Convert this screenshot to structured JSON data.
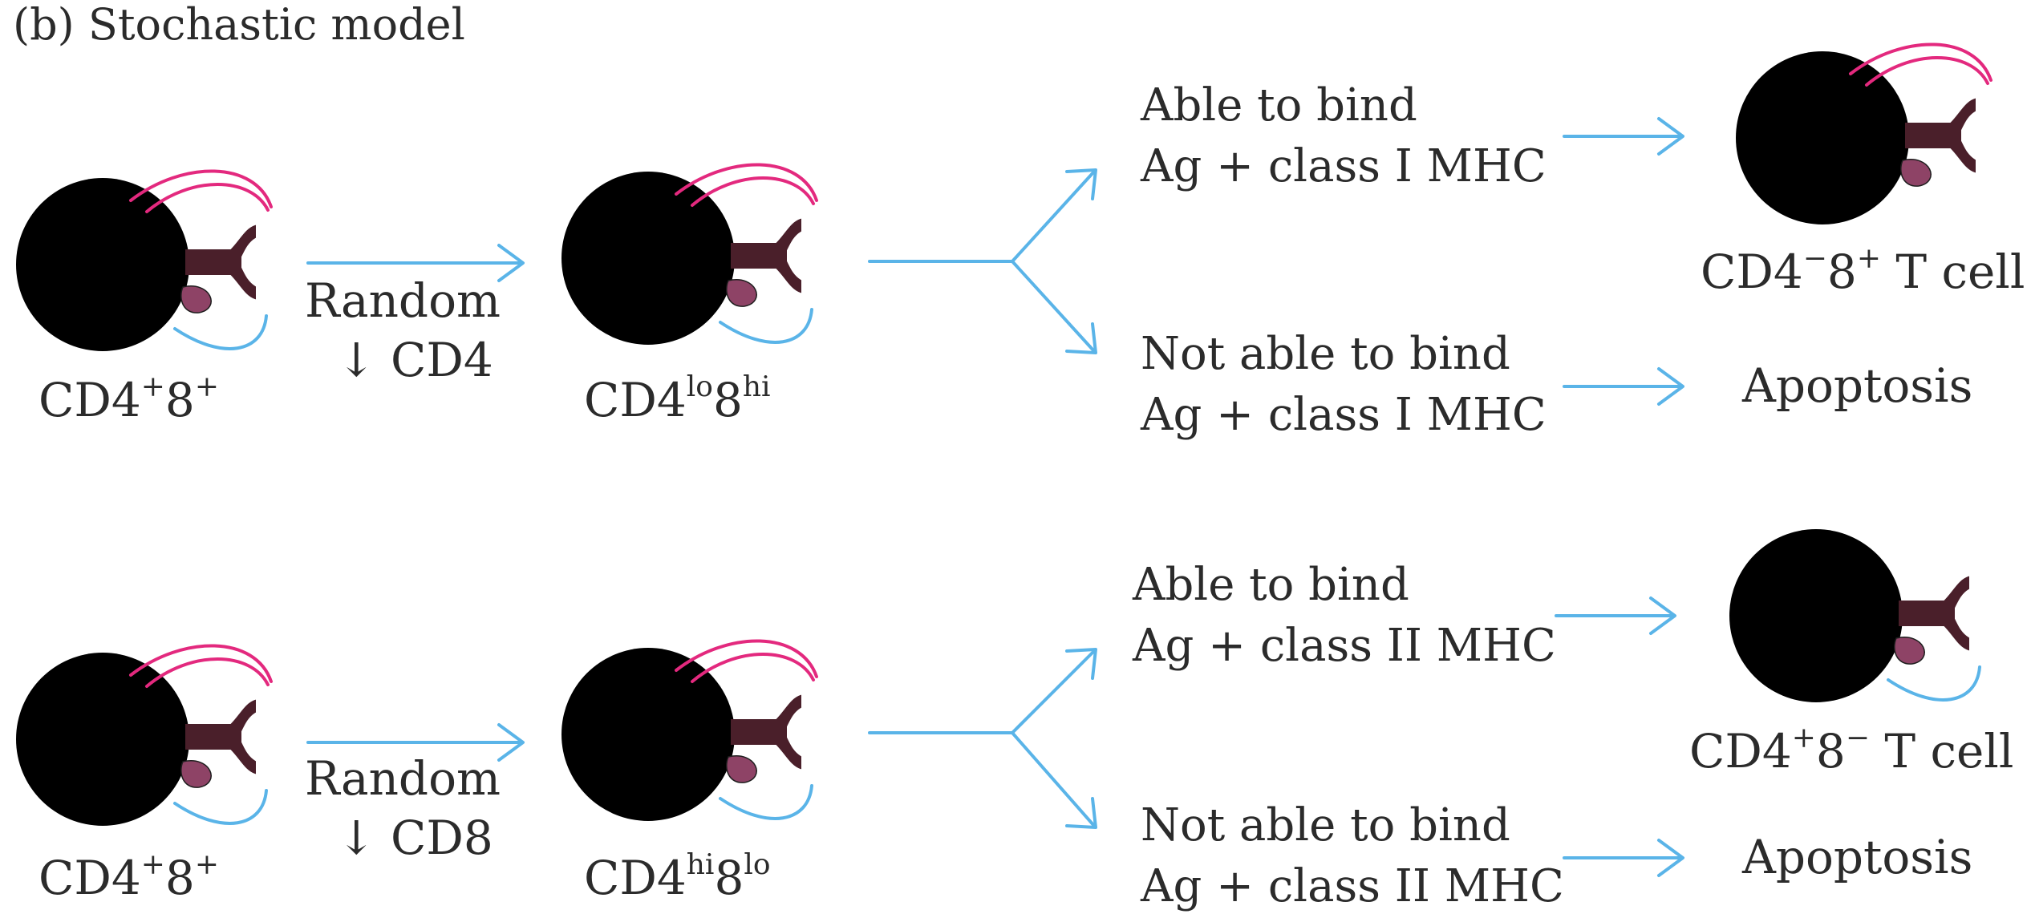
{
  "title": "(b) Stochastic model",
  "colors": {
    "arrow": "#5ab4e8",
    "cell_outer": "#f6c79a",
    "cell_nucleus": "#dea57e",
    "cd8_cell_outer": "#f3a27f",
    "cd8_cell_nucleus": "#ea6b49",
    "cd4_cell_outer": "#cfe9f8",
    "cd4_cell_nucleus": "#86d4f5",
    "outline": "#1e1e1e",
    "receptor": "#4a1f2a",
    "cd8_coreceptor": "#e3297e",
    "cd4_coreceptor": "#5ab4e8",
    "bulb": "#8e4366"
  },
  "row1": {
    "start_cell": {
      "base": "CD4",
      "sup1": "+",
      "mid": "8",
      "sup2": "+"
    },
    "step_label": "Random",
    "step_change": "↓ CD4",
    "mid_cell": {
      "base": "CD4",
      "sup1": "lo",
      "mid": "8",
      "sup2": "hi"
    },
    "branch_yes": {
      "line1": "Able to bind",
      "line2": "Ag + class I MHC"
    },
    "branch_no": {
      "line1": "Not able to bind",
      "line2": "Ag + class I MHC"
    },
    "outcome_cell": {
      "base": "CD4",
      "sup1": "−",
      "mid": "8",
      "sup2": "+",
      "tail": " T cell"
    },
    "outcome_no": "Apoptosis"
  },
  "row2": {
    "start_cell": {
      "base": "CD4",
      "sup1": "+",
      "mid": "8",
      "sup2": "+"
    },
    "step_label": "Random",
    "step_change": "↓ CD8",
    "mid_cell": {
      "base": "CD4",
      "sup1": "hi",
      "mid": "8",
      "sup2": "lo"
    },
    "branch_yes": {
      "line1": "Able to bind",
      "line2": "Ag + class II MHC"
    },
    "branch_no": {
      "line1": "Not able to bind",
      "line2": "Ag + class II MHC"
    },
    "outcome_cell": {
      "base": "CD4",
      "sup1": "+",
      "mid": "8",
      "sup2": "−",
      "tail": " T cell"
    },
    "outcome_no": "Apoptosis"
  }
}
